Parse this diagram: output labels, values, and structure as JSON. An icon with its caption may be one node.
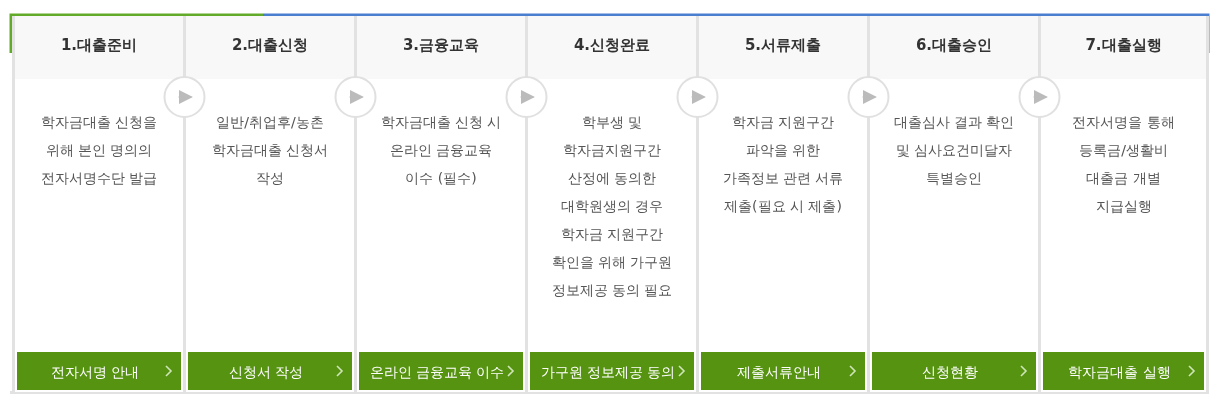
{
  "diagram": {
    "nodes": [
      {
        "text": [
          "1.대출준비",
          "학자금대출 신청을 위해 본인 명의의 전자서명수단 발급"
        ]
      },
      {
        "text": [
          "2.대출신청",
          "일반/취업후/농촌 학자금대출 신청서 작성"
        ]
      },
      {
        "text": [
          "3.금융교육",
          "학자금대출 신청 시 온라인 금융교육 이수 (필수)"
        ]
      },
      {
        "text": [
          "4.신청완료",
          "학부생 및 학자금지원구간 산정에 동의한 대학원생의 경우 학자금 지원구간 확인을 위해 가구원 정보제공 동의 필요"
        ]
      },
      {
        "text": [
          "5.서류제출",
          "학자금 지원구간 파악을 위한 가족정보 관련 서류 제출(필요 시 제출)"
        ]
      },
      {
        "text": [
          "6.대출승인",
          "대출심사 결과 확인 및 심사요건미달자 특별승인"
        ]
      },
      {
        "text": [
          "7.대출실행",
          "전자서명을 통해 등록금/생활비 대출금 개별 지급실행"
        ]
      },
      {
        "text": [
          "전자서명 안내"
        ],
        "in": 0
      },
      {
        "text": [
          "신청서 작성"
        ],
        "in": 1
      },
      {
        "text": [
          "온라인 금융교육 이수"
        ],
        "in": 2
      },
      {
        "text": [
          "가구원 정보제공 동의"
        ],
        "in": 3
      },
      {
        "text": [
          "제출서류안내"
        ],
        "in": 4
      },
      {
        "text": [
          "신청현황"
        ],
        "in": 5
      },
      {
        "text": [
          "학자금대출 실행"
        ],
        "in": 6
      }
    ],
    "edges": [
      {
        "from": 0,
        "to": 1,
        "arrow": "to"
      },
      {
        "from": 1,
        "to": 2,
        "arrow": "to"
      },
      {
        "from": 2,
        "to": 3,
        "arrow": "to"
      },
      {
        "from": 3,
        "to": 4,
        "arrow": "to"
      },
      {
        "from": 4,
        "to": 5,
        "arrow": "to"
      },
      {
        "from": 5,
        "to": 6,
        "arrow": "to"
      }
    ]
  }
}
